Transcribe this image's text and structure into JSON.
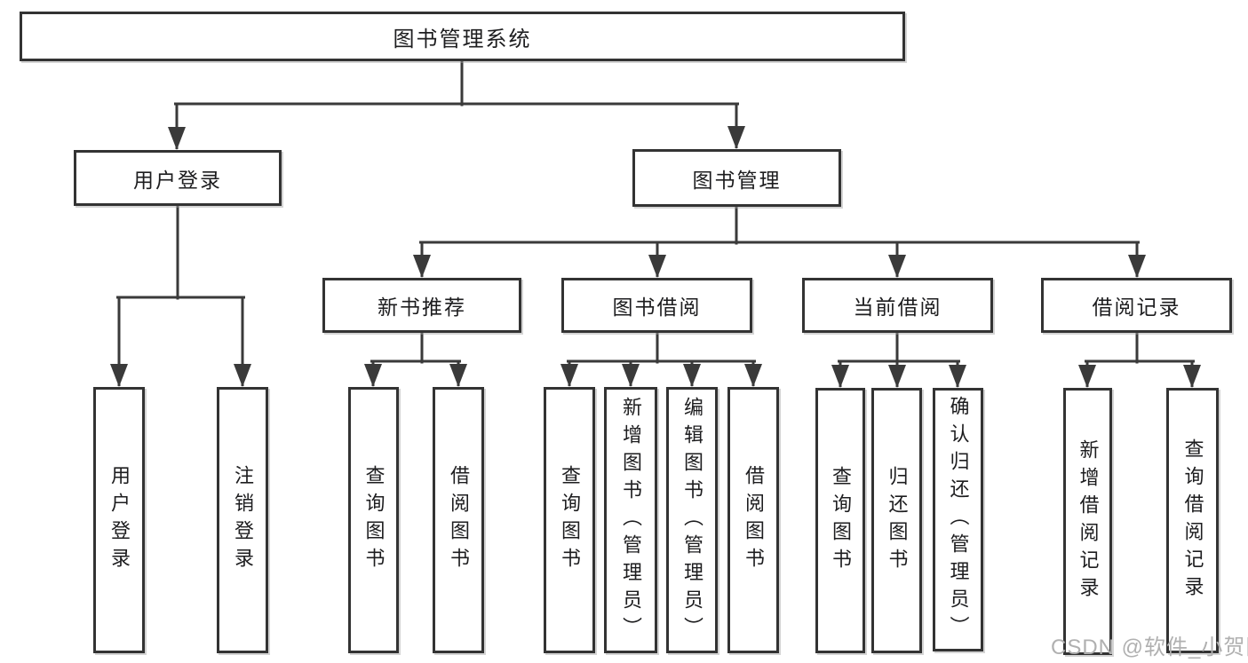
{
  "tree": {
    "root": {
      "label": "图书管理系统"
    },
    "branches": [
      {
        "label": "用户登录",
        "children": [
          {
            "label": "用户登录"
          },
          {
            "label": "注销登录"
          }
        ]
      },
      {
        "label": "图书管理",
        "children": [
          {
            "label": "新书推荐",
            "children": [
              {
                "label": "查询图书"
              },
              {
                "label": "借阅图书"
              }
            ]
          },
          {
            "label": "图书借阅",
            "children": [
              {
                "label": "查询图书"
              },
              {
                "label": "新增图书（管理员）"
              },
              {
                "label": "编辑图书（管理员）"
              },
              {
                "label": "借阅图书"
              }
            ]
          },
          {
            "label": "当前借阅",
            "children": [
              {
                "label": "查询图书"
              },
              {
                "label": "归还图书"
              },
              {
                "label": "确认归还（管理员）"
              }
            ]
          },
          {
            "label": "借阅记录",
            "children": [
              {
                "label": "新增借阅记录"
              },
              {
                "label": "查询借阅记录"
              }
            ]
          }
        ]
      }
    ]
  },
  "watermark": {
    "text": "CSDN @软件_小贺同学"
  },
  "colors": {
    "line": "#3a3a3a",
    "box_border": "#333333",
    "text": "#1d1d1f",
    "watermark": "#b0b0b0",
    "background": "#ffffff"
  }
}
